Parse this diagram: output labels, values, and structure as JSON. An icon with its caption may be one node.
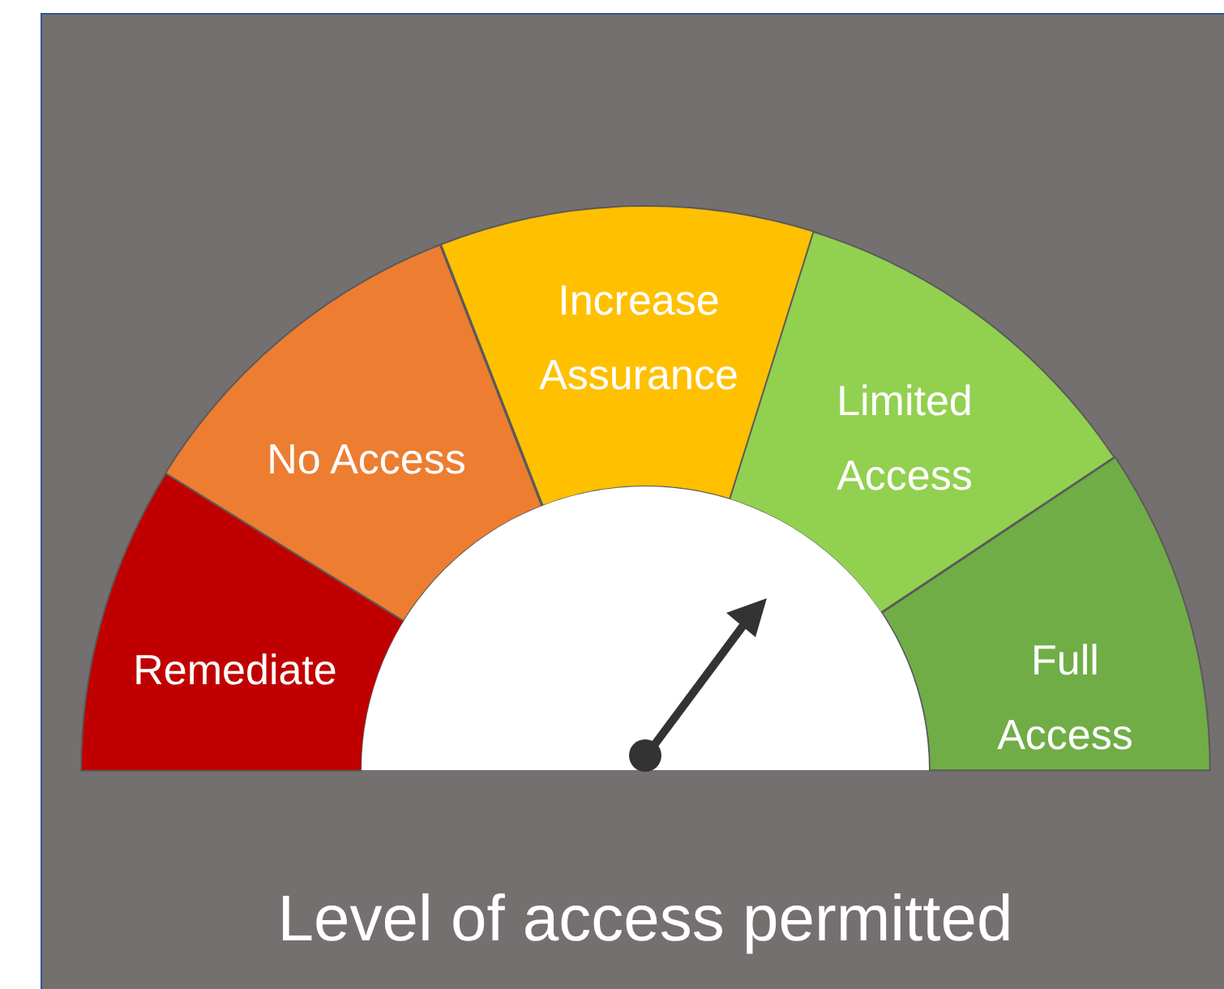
{
  "diagram": {
    "caption": "Level of access permitted",
    "nodes": [
      {
        "text": [
          "Remediate"
        ]
      },
      {
        "text": [
          "No Access"
        ]
      },
      {
        "text": [
          "Increase Assurance"
        ]
      },
      {
        "text": [
          "Limited Access"
        ]
      },
      {
        "text": [
          "Full Access"
        ]
      }
    ]
  }
}
